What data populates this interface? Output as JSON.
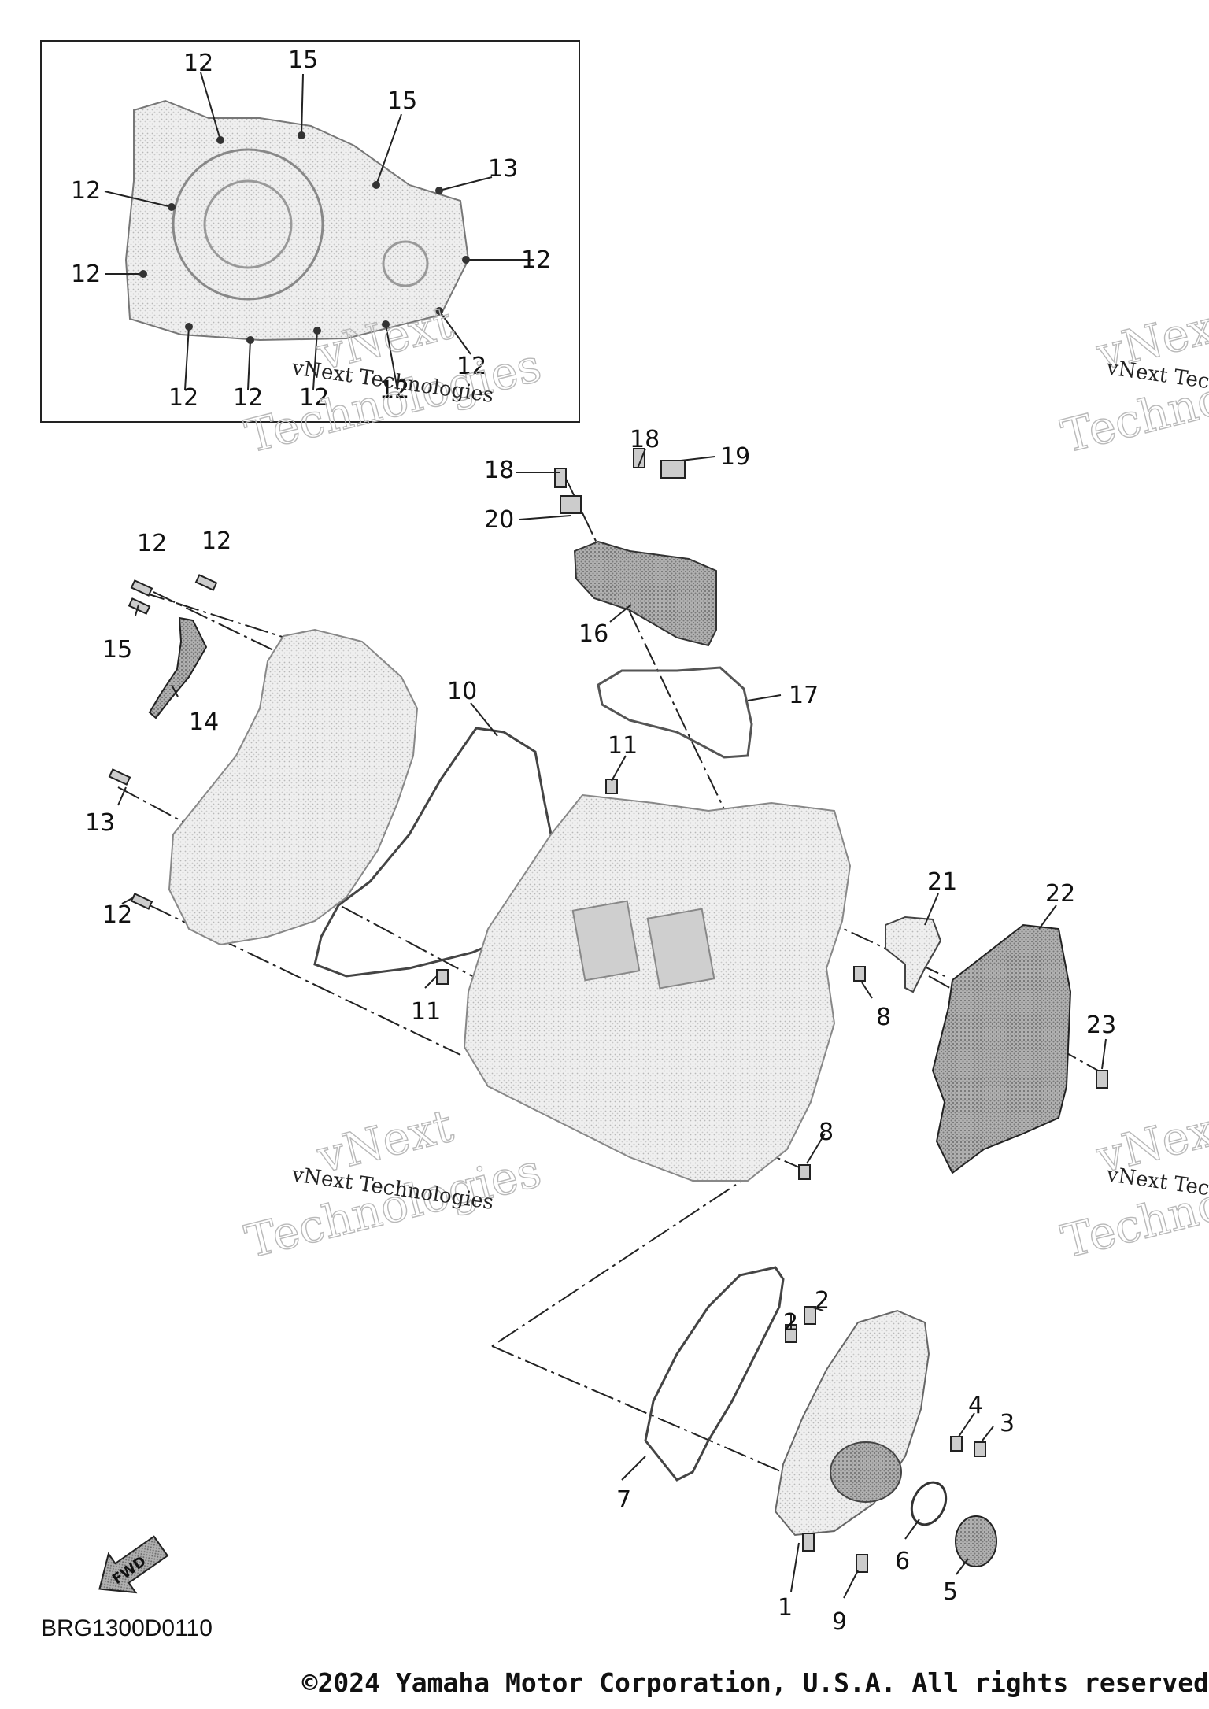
{
  "diagram_code": "BRG1300D0110",
  "copyright": "©2024 Yamaha Motor Corporation, U.S.A. All rights reserved",
  "direction_badge": "FWD",
  "watermark": {
    "line1": "vNext",
    "line2": "Technologies",
    "caption": "vNext Technologies"
  },
  "inset_labels": [
    "12",
    "15",
    "15",
    "13",
    "12",
    "12",
    "12",
    "12",
    "12",
    "12",
    "12",
    "12"
  ],
  "callouts": {
    "p1": "1",
    "p2a": "2",
    "p2b": "2",
    "p3": "3",
    "p4": "4",
    "p5": "5",
    "p6": "6",
    "p7": "7",
    "p8a": "8",
    "p8b": "8",
    "p9": "9",
    "p10": "10",
    "p11a": "11",
    "p11b": "11",
    "p12a": "12",
    "p12b": "12",
    "p12c": "12",
    "p13": "13",
    "p14": "14",
    "p15": "15",
    "p16": "16",
    "p17": "17",
    "p18a": "18",
    "p18b": "18",
    "p19": "19",
    "p20": "20",
    "p21": "21",
    "p22": "22",
    "p23": "23"
  }
}
